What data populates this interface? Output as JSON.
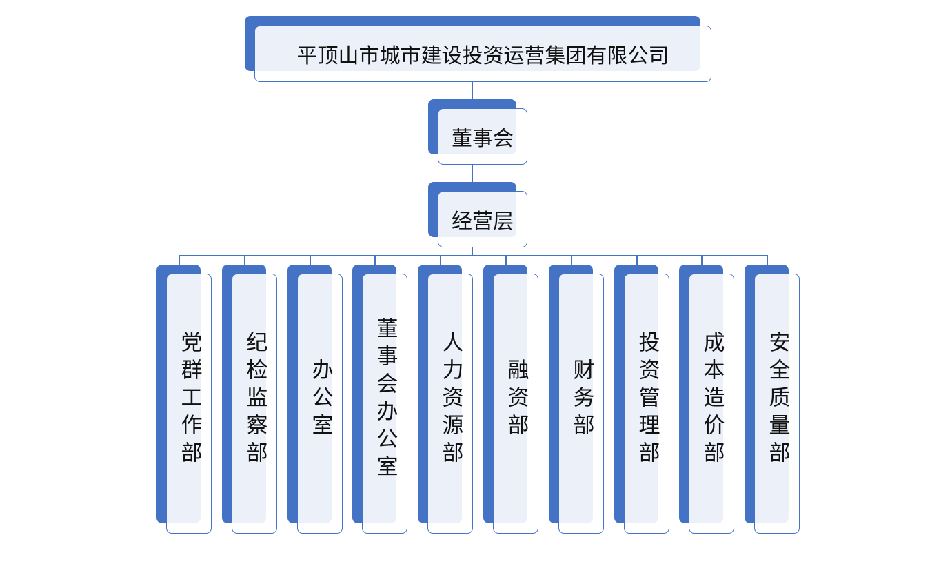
{
  "company": "平顶山市城市建设投资运营集团有限公司",
  "board": "董事会",
  "management": "经营层",
  "departments": [
    "党群工作部",
    "纪检监察部",
    "办公室",
    "董事会办公室",
    "人力资源部",
    "融资部",
    "财务部",
    "投资管理部",
    "成本造价部",
    "安全质量部"
  ],
  "colors": {
    "accent": "#4472C4",
    "fill": "#ECF1F9"
  }
}
